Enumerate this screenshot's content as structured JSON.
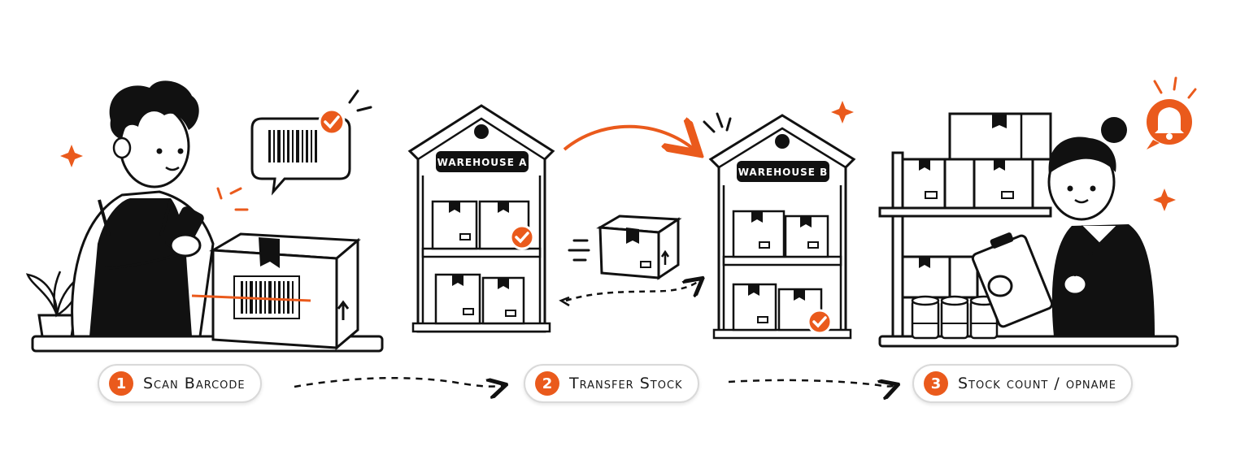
{
  "steps": [
    {
      "number": "1",
      "label": "Scan Barcode"
    },
    {
      "number": "2",
      "label": "Transfer Stock"
    },
    {
      "number": "3",
      "label": "Stock count / opname"
    }
  ],
  "warehouses": [
    {
      "label": "WAREHOUSE A"
    },
    {
      "label": "WAREHOUSE B"
    }
  ],
  "colors": {
    "accent": "#ea5a1c",
    "ink": "#111111",
    "paper": "#ffffff",
    "pill_border": "#d9d9d9"
  },
  "icons": [
    "sparkle-icon",
    "check-icon",
    "bell-icon",
    "arrow-icon",
    "barcode-icon",
    "box-icon"
  ]
}
